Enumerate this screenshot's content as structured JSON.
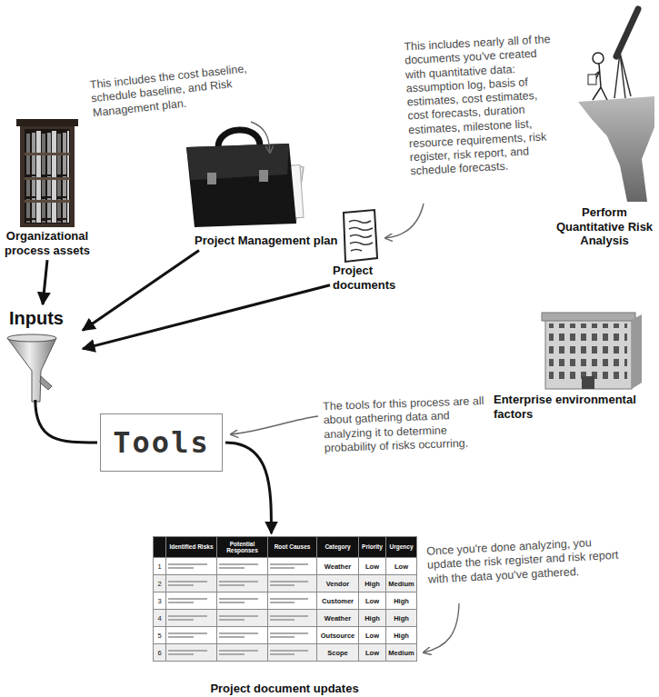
{
  "diagram": {
    "nodes": [
      {
        "text": [
          "Organizational process assets"
        ]
      },
      {
        "text": [
          "Project Management plan"
        ]
      },
      {
        "text": [
          "Project documents"
        ]
      },
      {
        "text": [
          "Perform Quantitative Risk Analysis"
        ]
      },
      {
        "text": [
          "Inputs"
        ]
      },
      {
        "text": [
          "Enterprise environmental factors"
        ]
      },
      {
        "text": [
          "Tools"
        ]
      },
      {
        "text": [
          "Project document updates"
        ]
      }
    ],
    "edges": [
      {
        "from": 0,
        "to": 4,
        "arrow": "to"
      },
      {
        "from": 1,
        "to": 4,
        "arrow": "to"
      },
      {
        "from": 2,
        "to": 4,
        "arrow": "to"
      },
      {
        "from": 4,
        "to": 6,
        "arrow": "none"
      },
      {
        "from": 6,
        "to": 7,
        "arrow": "to"
      }
    ],
    "labels": [
      "This includes the cost baseline, schedule baseline, and Risk Management plan.",
      "This includes nearly all of the documents you've created with quantitative data: assumption log, basis of estimates, cost estimates, cost forecasts, duration estimates, milestone list, resource requirements, risk register, risk report, and schedule forecasts.",
      "The tools for this process are all about gathering data and analyzing it to determine probability of risks occurring.",
      "Once you're done analyzing, you update the risk register and risk report with the data you've gathered.",
      "Identified Risks",
      "Potential Responses",
      "Root Causes",
      "Category",
      "Priority",
      "Urgency",
      "1",
      "Weather",
      "Low",
      "Low",
      "2",
      "Vendor",
      "High",
      "Medium",
      "3",
      "Customer",
      "Low",
      "High",
      "4",
      "Weather",
      "High",
      "High",
      "5",
      "Outsource",
      "Low",
      "High",
      "6",
      "Scope",
      "Low",
      "Medium"
    ]
  }
}
